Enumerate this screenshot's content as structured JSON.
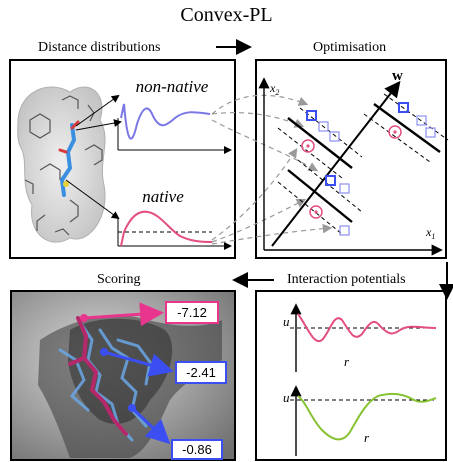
{
  "title": "Convex-PL",
  "panels": {
    "distance": {
      "label": "Distance distributions",
      "non_native": "non-native",
      "native": "native"
    },
    "optimisation": {
      "label": "Optimisation",
      "axis_x": "x",
      "axis_x_sub": "1",
      "axis_y": "x",
      "axis_y_sub": "2",
      "weight": "w"
    },
    "scoring": {
      "label": "Scoring",
      "scores": [
        "-7.12",
        "-2.41",
        "-0.86"
      ]
    },
    "potentials": {
      "label": "Interaction potentials",
      "u_label": "u",
      "r_label": "r"
    }
  },
  "colors": {
    "pink": "#d6336c",
    "blue": "#3b4ef2",
    "purple": "#7b78e6",
    "green": "#86c232",
    "dashed_gray": "#9a9a9a"
  }
}
